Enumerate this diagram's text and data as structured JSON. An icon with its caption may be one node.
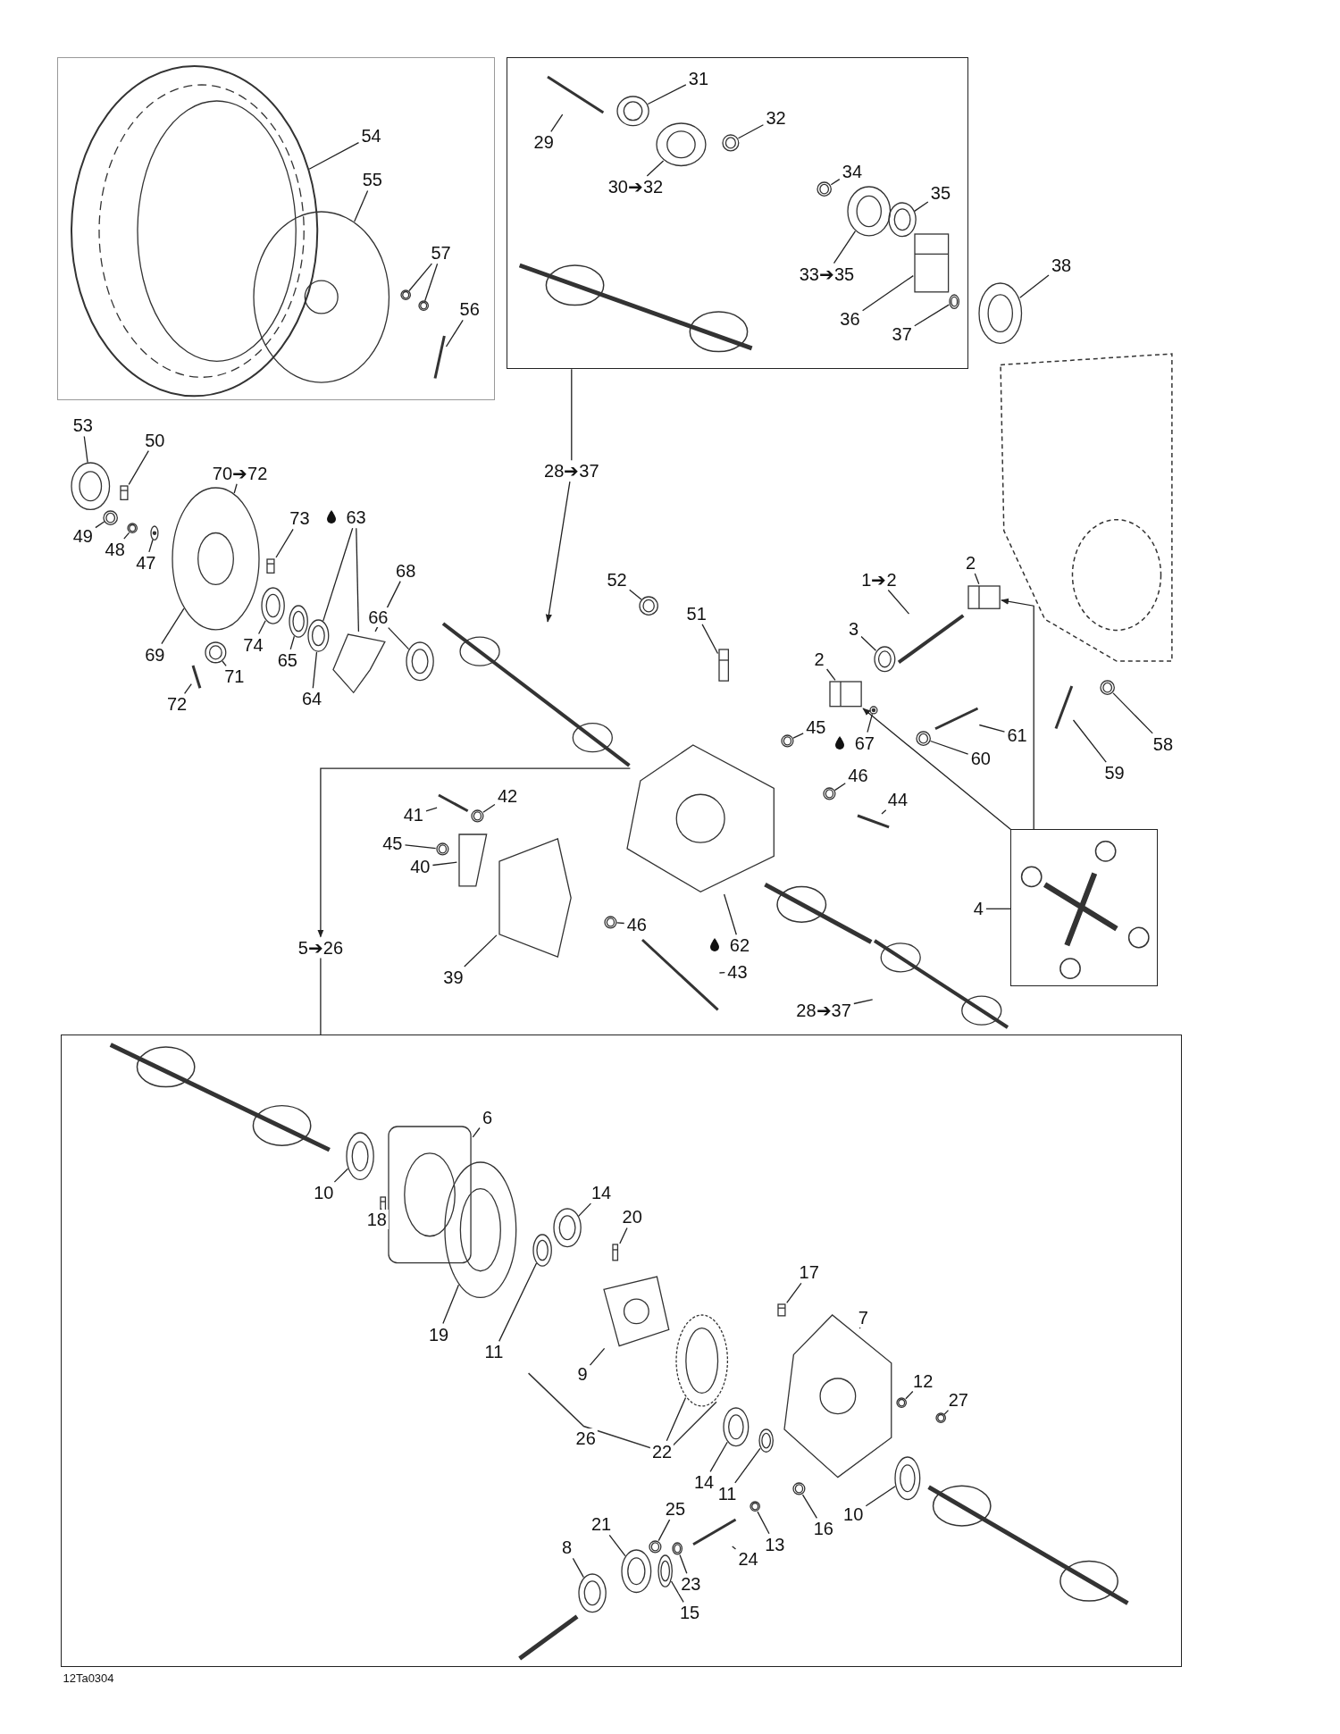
{
  "diagram": {
    "nodes": [
      {
        "text": [],
        "shape": "box"
      },
      {
        "text": [],
        "shape": "box"
      },
      {
        "text": [],
        "shape": "box"
      },
      {
        "text": [],
        "shape": "box"
      },
      {
        "text": [
          "54"
        ],
        "in": 0
      },
      {
        "text": [
          "55"
        ],
        "in": 0
      },
      {
        "text": [
          "57"
        ],
        "in": 0
      },
      {
        "text": [
          "56"
        ],
        "in": 0
      },
      {
        "text": [
          "31"
        ],
        "in": 1
      },
      {
        "text": [
          "29"
        ],
        "in": 1
      },
      {
        "text": [
          "32"
        ],
        "in": 1
      },
      {
        "text": [
          "30➔32"
        ],
        "in": 1
      },
      {
        "text": [
          "34"
        ],
        "in": 1
      },
      {
        "text": [
          "35"
        ],
        "in": 1
      },
      {
        "text": [
          "33➔35"
        ],
        "in": 1
      },
      {
        "text": [
          "36"
        ],
        "in": 1
      },
      {
        "text": [
          "37"
        ],
        "in": 1
      },
      {
        "text": [
          "38"
        ]
      },
      {
        "text": [
          "53"
        ]
      },
      {
        "text": [
          "50"
        ]
      },
      {
        "text": [
          "70➔72"
        ]
      },
      {
        "text": [
          "49"
        ]
      },
      {
        "text": [
          "48"
        ]
      },
      {
        "text": [
          "47"
        ]
      },
      {
        "text": [
          "73"
        ]
      },
      {
        "text": [
          "63"
        ]
      },
      {
        "text": [
          "68"
        ]
      },
      {
        "text": [
          "69"
        ]
      },
      {
        "text": [
          "71"
        ]
      },
      {
        "text": [
          "74"
        ]
      },
      {
        "text": [
          "65"
        ]
      },
      {
        "text": [
          "64"
        ]
      },
      {
        "text": [
          "66"
        ]
      },
      {
        "text": [
          "72"
        ]
      },
      {
        "text": [
          "28➔37"
        ]
      },
      {
        "text": [
          "52"
        ]
      },
      {
        "text": [
          "51"
        ]
      },
      {
        "text": [
          "1➔2"
        ]
      },
      {
        "text": [
          "2"
        ]
      },
      {
        "text": [
          "3"
        ]
      },
      {
        "text": [
          "2"
        ]
      },
      {
        "text": [
          "67"
        ]
      },
      {
        "text": [
          "61"
        ]
      },
      {
        "text": [
          "60"
        ]
      },
      {
        "text": [
          "59"
        ]
      },
      {
        "text": [
          "58"
        ]
      },
      {
        "text": [
          "45"
        ]
      },
      {
        "text": [
          "46"
        ]
      },
      {
        "text": [
          "44"
        ]
      },
      {
        "text": [
          "42"
        ]
      },
      {
        "text": [
          "41"
        ]
      },
      {
        "text": [
          "45"
        ]
      },
      {
        "text": [
          "40"
        ]
      },
      {
        "text": [
          "62"
        ]
      },
      {
        "text": [
          "4"
        ]
      },
      {
        "text": [
          "5➔26"
        ]
      },
      {
        "text": [
          "39"
        ]
      },
      {
        "text": [
          "46"
        ]
      },
      {
        "text": [
          "43"
        ]
      },
      {
        "text": [
          "28➔37"
        ]
      },
      {
        "text": [
          "6"
        ],
        "in": 3
      },
      {
        "text": [
          "10"
        ],
        "in": 3
      },
      {
        "text": [
          "18"
        ],
        "in": 3
      },
      {
        "text": [
          "14"
        ],
        "in": 3
      },
      {
        "text": [
          "20"
        ],
        "in": 3
      },
      {
        "text": [
          "19"
        ],
        "in": 3
      },
      {
        "text": [
          "11"
        ],
        "in": 3
      },
      {
        "text": [
          "17"
        ],
        "in": 3
      },
      {
        "text": [
          "7"
        ],
        "in": 3
      },
      {
        "text": [
          "9"
        ],
        "in": 3
      },
      {
        "text": [
          "12"
        ],
        "in": 3
      },
      {
        "text": [
          "27"
        ],
        "in": 3
      },
      {
        "text": [
          "22"
        ],
        "in": 3
      },
      {
        "text": [
          "26"
        ],
        "in": 3
      },
      {
        "text": [
          "14"
        ],
        "in": 3
      },
      {
        "text": [
          "11"
        ],
        "in": 3
      },
      {
        "text": [
          "10"
        ],
        "in": 3
      },
      {
        "text": [
          "25"
        ],
        "in": 3
      },
      {
        "text": [
          "16"
        ],
        "in": 3
      },
      {
        "text": [
          "13"
        ],
        "in": 3
      },
      {
        "text": [
          "24"
        ],
        "in": 3
      },
      {
        "text": [
          "21"
        ],
        "in": 3
      },
      {
        "text": [
          "8"
        ],
        "in": 3
      },
      {
        "text": [
          "23"
        ],
        "in": 3
      },
      {
        "text": [
          "15"
        ],
        "in": 3
      },
      {
        "text": [],
        "shape": "picture",
        "in": 0
      },
      {
        "text": [],
        "shape": "picture",
        "in": 0
      },
      {
        "text": [],
        "shape": "picture",
        "in": 0
      },
      {
        "text": [],
        "shape": "picture",
        "in": 0
      },
      {
        "text": [],
        "shape": "picture",
        "in": 0
      },
      {
        "text": [],
        "shape": "picture",
        "in": 1
      },
      {
        "text": [],
        "shape": "picture",
        "in": 1
      },
      {
        "text": [],
        "shape": "picture",
        "in": 1
      },
      {
        "text": [],
        "shape": "picture",
        "in": 1
      },
      {
        "text": [],
        "shape": "picture",
        "in": 1
      },
      {
        "text": [],
        "shape": "picture",
        "in": 1
      },
      {
        "text": [],
        "shape": "picture",
        "in": 1
      },
      {
        "text": [],
        "shape": "picture",
        "in": 1
      },
      {
        "text": [],
        "shape": "picture",
        "in": 1
      },
      {
        "text": [],
        "shape": "picture"
      },
      {
        "text": [],
        "shape": "picture"
      },
      {
        "text": [],
        "shape": "picture"
      },
      {
        "text": [],
        "shape": "picture"
      },
      {
        "text": [],
        "shape": "picture"
      },
      {
        "text": [],
        "shape": "picture"
      },
      {
        "text": [],
        "shape": "picture"
      },
      {
        "text": [],
        "shape": "picture"
      },
      {
        "text": [],
        "shape": "picture"
      },
      {
        "text": [],
        "shape": "picture"
      },
      {
        "text": [],
        "shape": "picture"
      },
      {
        "text": [],
        "shape": "picture"
      },
      {
        "text": [],
        "shape": "picture"
      },
      {
        "text": [],
        "shape": "picture"
      },
      {
        "text": [],
        "shape": "picture"
      },
      {
        "text": [],
        "shape": "picture"
      },
      {
        "text": [],
        "shape": "picture"
      },
      {
        "text": [],
        "shape": "picture"
      },
      {
        "text": [],
        "shape": "picture"
      },
      {
        "text": [],
        "shape": "picture"
      },
      {
        "text": [],
        "shape": "picture"
      },
      {
        "text": [],
        "shape": "picture"
      },
      {
        "text": [],
        "shape": "picture"
      },
      {
        "text": [],
        "shape": "picture"
      },
      {
        "text": [],
        "shape": "picture"
      },
      {
        "text": [],
        "shape": "picture"
      },
      {
        "text": [],
        "shape": "picture"
      },
      {
        "text": [],
        "shape": "picture"
      },
      {
        "text": [],
        "shape": "picture"
      },
      {
        "text": [],
        "shape": "picture"
      },
      {
        "text": [],
        "shape": "picture"
      },
      {
        "text": [],
        "shape": "picture"
      },
      {
        "text": [],
        "shape": "picture"
      },
      {
        "text": [],
        "shape": "picture"
      },
      {
        "text": [],
        "shape": "picture"
      },
      {
        "text": [],
        "shape": "picture"
      },
      {
        "text": [],
        "shape": "picture"
      },
      {
        "text": [],
        "shape": "picture"
      },
      {
        "text": [],
        "shape": "picture"
      },
      {
        "text": [],
        "shape": "picture",
        "in": 3
      },
      {
        "text": [],
        "shape": "picture",
        "in": 3
      },
      {
        "text": [],
        "shape": "picture",
        "in": 3
      },
      {
        "text": [],
        "shape": "picture",
        "in": 3
      },
      {
        "text": [],
        "shape": "picture",
        "in": 3
      },
      {
        "text": [],
        "shape": "picture",
        "in": 3
      },
      {
        "text": [],
        "shape": "picture",
        "in": 3
      },
      {
        "text": [],
        "shape": "picture",
        "in": 3
      },
      {
        "text": [],
        "shape": "picture",
        "in": 3
      },
      {
        "text": [],
        "shape": "picture",
        "in": 3
      },
      {
        "text": [],
        "shape": "picture",
        "in": 3
      },
      {
        "text": [],
        "shape": "picture",
        "in": 3
      },
      {
        "text": [],
        "shape": "picture",
        "in": 3
      },
      {
        "text": [],
        "shape": "picture",
        "in": 3
      },
      {
        "text": [],
        "shape": "picture",
        "in": 3
      },
      {
        "text": [],
        "shape": "picture",
        "in": 3
      },
      {
        "text": [],
        "shape": "picture",
        "in": 3
      },
      {
        "text": [],
        "shape": "picture",
        "in": 3
      },
      {
        "text": [],
        "shape": "picture",
        "in": 3
      },
      {
        "text": [],
        "shape": "picture",
        "in": 3
      },
      {
        "text": [],
        "shape": "picture",
        "in": 3
      },
      {
        "text": [],
        "shape": "picture",
        "in": 3
      },
      {
        "text": [],
        "shape": "picture",
        "in": 3
      },
      {
        "text": [],
        "shape": "picture",
        "in": 3
      }
    ],
    "edges": [
      {
        "from": 4,
        "to": 85,
        "arrow": "none"
      },
      {
        "from": 5,
        "to": 86,
        "arrow": "none"
      },
      {
        "from": 6,
        "to": 87,
        "arrow": "none"
      },
      {
        "from": 6,
        "to": 88,
        "arrow": "none"
      },
      {
        "from": 7,
        "to": 89,
        "arrow": "none"
      },
      {
        "from": 8,
        "to": 91,
        "arrow": "none"
      },
      {
        "from": 9,
        "to": 90,
        "arrow": "none"
      },
      {
        "from": 10,
        "to": 93,
        "arrow": "none"
      },
      {
        "from": 11,
        "to": 92,
        "arrow": "none"
      },
      {
        "from": 12,
        "to": 94,
        "arrow": "none"
      },
      {
        "from": 13,
        "to": 96,
        "arrow": "none"
      },
      {
        "from": 14,
        "to": 95,
        "arrow": "none"
      },
      {
        "from": 15,
        "to": 97,
        "arrow": "none"
      },
      {
        "from": 16,
        "to": 98,
        "arrow": "none"
      },
      {
        "from": 17,
        "to": 99,
        "arrow": "none"
      },
      {
        "from": 18,
        "to": 100,
        "arrow": "none"
      },
      {
        "from": 19,
        "to": 101,
        "arrow": "none"
      },
      {
        "from": 20,
        "to": 102,
        "arrow": "none"
      },
      {
        "from": 21,
        "to": 103,
        "arrow": "none"
      },
      {
        "from": 22,
        "to": 104,
        "arrow": "none"
      },
      {
        "from": 23,
        "to": 105,
        "arrow": "none"
      },
      {
        "from": 24,
        "to": 106,
        "arrow": "none"
      },
      {
        "from": 25,
        "to": 110,
        "arrow": "none"
      },
      {
        "from": 25,
        "to": 111,
        "arrow": "none"
      },
      {
        "from": 26,
        "to": 111,
        "arrow": "none"
      },
      {
        "from": 27,
        "to": 102,
        "arrow": "none"
      },
      {
        "from": 28,
        "to": 107,
        "arrow": "none"
      },
      {
        "from": 29,
        "to": 108,
        "arrow": "none"
      },
      {
        "from": 30,
        "to": 109,
        "arrow": "none"
      },
      {
        "from": 31,
        "to": 110,
        "arrow": "none"
      },
      {
        "from": 32,
        "to": 112,
        "arrow": "none"
      },
      {
        "from": 33,
        "to": 113,
        "arrow": "none"
      },
      {
        "from": 1,
        "to": 34,
        "arrow": "none"
      },
      {
        "from": 34,
        "to": 114,
        "arrow": "to"
      },
      {
        "from": 35,
        "to": 115,
        "arrow": "none"
      },
      {
        "from": 36,
        "to": 116,
        "arrow": "none"
      },
      {
        "from": 37,
        "to": 117,
        "arrow": "none"
      },
      {
        "from": 38,
        "to": 118,
        "arrow": "none"
      },
      {
        "from": 39,
        "to": 119,
        "arrow": "none"
      },
      {
        "from": 40,
        "to": 120,
        "arrow": "none"
      },
      {
        "from": 41,
        "to": 121,
        "arrow": "none"
      },
      {
        "from": 42,
        "to": 122,
        "arrow": "none"
      },
      {
        "from": 43,
        "to": 123,
        "arrow": "none"
      },
      {
        "from": 44,
        "to": 124,
        "arrow": "none"
      },
      {
        "from": 45,
        "to": 125,
        "arrow": "none"
      },
      {
        "from": 46,
        "to": 126,
        "arrow": "none"
      },
      {
        "from": 47,
        "to": 127,
        "arrow": "none"
      },
      {
        "from": 48,
        "to": 128,
        "arrow": "none"
      },
      {
        "from": 49,
        "to": 129,
        "arrow": "none"
      },
      {
        "from": 50,
        "to": 130,
        "arrow": "none"
      },
      {
        "from": 51,
        "to": 131,
        "arrow": "none"
      },
      {
        "from": 52,
        "to": 132,
        "arrow": "none"
      },
      {
        "from": 53,
        "to": 133,
        "arrow": "none"
      },
      {
        "from": 54,
        "to": 2,
        "arrow": "none"
      },
      {
        "from": 2,
        "to": 120,
        "arrow": "to"
      },
      {
        "from": 2,
        "to": 118,
        "arrow": "to"
      },
      {
        "from": 3,
        "to": 55,
        "arrow": "none"
      },
      {
        "from": 133,
        "to": 55,
        "arrow": "to"
      },
      {
        "from": 56,
        "to": 134,
        "arrow": "none"
      },
      {
        "from": 57,
        "to": 135,
        "arrow": "none"
      },
      {
        "from": 58,
        "to": 136,
        "arrow": "none"
      },
      {
        "from": 59,
        "to": 137,
        "arrow": "none"
      },
      {
        "from": 60,
        "to": 138,
        "arrow": "none"
      },
      {
        "from": 61,
        "to": 139,
        "arrow": "none"
      },
      {
        "from": 62,
        "to": 140,
        "arrow": "none"
      },
      {
        "from": 63,
        "to": 141,
        "arrow": "none"
      },
      {
        "from": 64,
        "to": 142,
        "arrow": "none"
      },
      {
        "from": 65,
        "to": 143,
        "arrow": "none"
      },
      {
        "from": 66,
        "to": 144,
        "arrow": "none"
      },
      {
        "from": 67,
        "to": 145,
        "arrow": "none"
      },
      {
        "from": 68,
        "to": 146,
        "arrow": "none"
      },
      {
        "from": 69,
        "to": 147,
        "arrow": "none"
      },
      {
        "from": 70,
        "to": 148,
        "arrow": "none"
      },
      {
        "from": 71,
        "to": 149,
        "arrow": "none"
      },
      {
        "from": 72,
        "to": 150,
        "arrow": "none"
      },
      {
        "from": 74,
        "to": 151,
        "arrow": "none"
      },
      {
        "from": 75,
        "to": 152,
        "arrow": "none"
      },
      {
        "from": 76,
        "to": 153,
        "arrow": "none"
      },
      {
        "from": 77,
        "to": 154,
        "arrow": "none"
      },
      {
        "from": 78,
        "to": 155,
        "arrow": "none"
      },
      {
        "from": 79,
        "to": 156,
        "arrow": "none"
      },
      {
        "from": 80,
        "to": 157,
        "arrow": "none"
      },
      {
        "from": 81,
        "to": 158,
        "arrow": "none"
      },
      {
        "from": 82,
        "to": 159,
        "arrow": "none"
      },
      {
        "from": 83,
        "to": 160,
        "arrow": "none"
      },
      {
        "from": 84,
        "to": 161,
        "arrow": "none"
      }
    ],
    "labels": [
      "12Ta0304"
    ]
  }
}
